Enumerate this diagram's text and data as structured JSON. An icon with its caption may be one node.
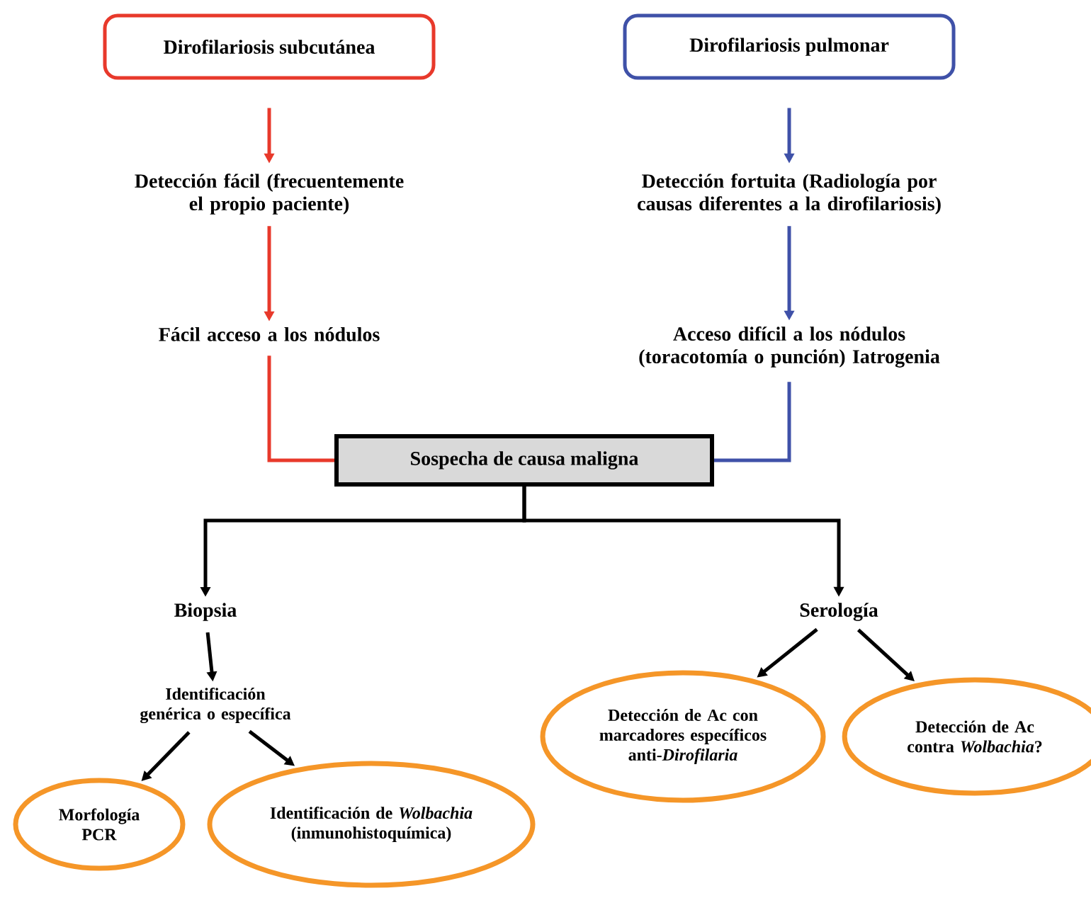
{
  "diagram": {
    "nodes": [
      {
        "text": [
          "Dirofilariosis subcutánea"
        ]
      },
      {
        "text": [
          "Dirofilariosis pulmonar"
        ]
      },
      {
        "text": [
          "Detección fácil (frecuentemente el propio paciente)"
        ]
      },
      {
        "text": [
          "Detección fortuita (Radiología por causas diferentes a la dirofilariosis)"
        ]
      },
      {
        "text": [
          "Fácil acceso a los nódulos"
        ]
      },
      {
        "text": [
          "Acceso difícil a los nódulos (toracotomía o punción) Iatrogenia"
        ]
      },
      {
        "text": [
          "Sospecha de causa maligna"
        ]
      },
      {
        "text": [
          "Biopsia"
        ]
      },
      {
        "text": [
          "Serología"
        ]
      },
      {
        "text": [
          "Identificación genérica o específica"
        ]
      },
      {
        "text": [
          "Morfología PCR"
        ]
      },
      {
        "text": [
          "Identificación de *Wolbachia* (inmunohistoquímica)"
        ]
      },
      {
        "text": [
          "Detección de Ac con marcadores específicos anti-*Dirofilaria*"
        ]
      },
      {
        "text": [
          "Detección de Ac contra *Wolbachia*?"
        ]
      }
    ],
    "edges": [
      {
        "from": 0,
        "to": 2,
        "arrow": "to",
        "color": "#e8392b"
      },
      {
        "from": 2,
        "to": 4,
        "arrow": "to",
        "color": "#e8392b"
      },
      {
        "from": 1,
        "to": 3,
        "arrow": "to",
        "color": "#3f51a8"
      },
      {
        "from": 3,
        "to": 5,
        "arrow": "to",
        "color": "#3f51a8"
      },
      {
        "from": 4,
        "to": 6,
        "arrow": "none",
        "color": "#e8392b"
      },
      {
        "from": 5,
        "to": 6,
        "arrow": "none",
        "color": "#3f51a8"
      },
      {
        "from": 6,
        "to": 7,
        "arrow": "to"
      },
      {
        "from": 6,
        "to": 8,
        "arrow": "to"
      },
      {
        "from": 7,
        "to": 9,
        "arrow": "to"
      },
      {
        "from": 9,
        "to": 10,
        "arrow": "to"
      },
      {
        "from": 9,
        "to": 11,
        "arrow": "to"
      },
      {
        "from": 8,
        "to": 12,
        "arrow": "to"
      },
      {
        "from": 8,
        "to": 13,
        "arrow": "to"
      }
    ]
  }
}
